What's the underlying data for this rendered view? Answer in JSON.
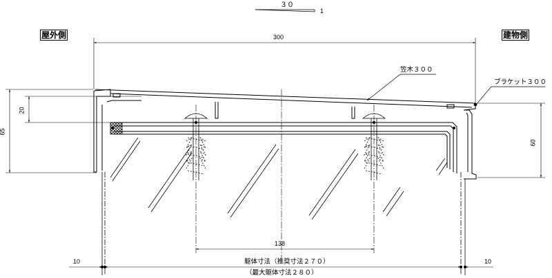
{
  "slope": {
    "run": "３０",
    "rise": "1"
  },
  "sides": {
    "outside": "屋外側",
    "building": "建物側"
  },
  "dimensions": {
    "total_width": "300",
    "height_65": "65",
    "height_20": "20",
    "height_60": "60",
    "span_138": "138",
    "left_10": "10",
    "right_10": "10"
  },
  "callouts": {
    "coping": "笠木３００",
    "bracket": "ブラケット３００"
  },
  "frame_size": {
    "main": "躯体寸法（推奨寸法２７０）",
    "max": "（最大躯体寸法２８０）"
  }
}
